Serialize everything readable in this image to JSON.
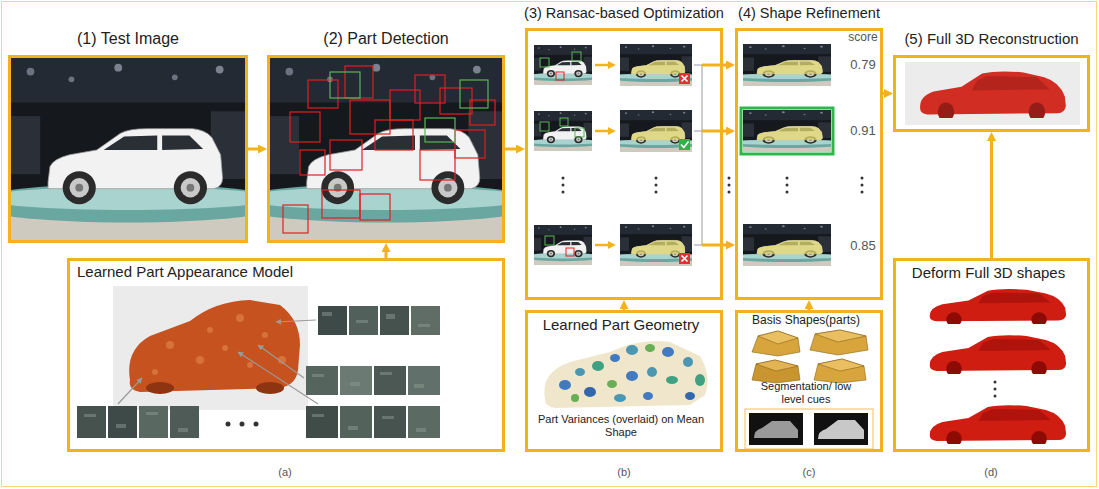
{
  "diagram": {
    "nodes": [
      {
        "text": [
          "(1) Test Image"
        ]
      },
      {
        "text": [
          "(2) Part Detection"
        ]
      },
      {
        "text": [
          "(3) Ransac-based Optimization"
        ]
      },
      {
        "text": [
          "(4) Shape Refinement"
        ]
      },
      {
        "text": [
          "(5) Full 3D Reconstruction"
        ]
      },
      {
        "text": [
          "Learned Part Appearance Model"
        ]
      },
      {
        "text": [
          "Learned Part Geometry",
          "Part Variances (overlaid) on Mean Shape"
        ]
      },
      {
        "text": [
          "Basis Shapes(parts)",
          "Segmentation/ low level cues"
        ]
      },
      {
        "text": [
          "Deform Full 3D shapes"
        ]
      }
    ],
    "edges": [
      {
        "from": 0,
        "to": 1,
        "arrow": "to"
      },
      {
        "from": 1,
        "to": 2,
        "arrow": "to"
      },
      {
        "from": 5,
        "to": 1,
        "arrow": "to"
      },
      {
        "from": 2,
        "to": 3,
        "arrow": "to"
      },
      {
        "from": 2,
        "to": 3,
        "arrow": "to"
      },
      {
        "from": 2,
        "to": 3,
        "arrow": "to"
      },
      {
        "from": 6,
        "to": 2,
        "arrow": "to"
      },
      {
        "from": 7,
        "to": 3,
        "arrow": "to"
      },
      {
        "from": 3,
        "to": 4,
        "arrow": "to"
      },
      {
        "from": 8,
        "to": 4,
        "arrow": "to"
      }
    ],
    "labels": [
      "score",
      "0.79",
      "0.91",
      "0.85",
      "(a)",
      "(b)",
      "(c)",
      "(d)"
    ]
  }
}
